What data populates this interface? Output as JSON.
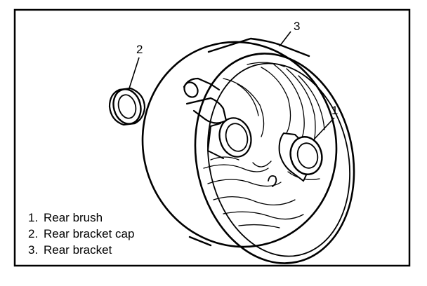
{
  "callouts": {
    "rear_brush": "1",
    "rear_bracket_cap": "2",
    "rear_bracket": "3"
  },
  "legend": [
    {
      "number": "1.",
      "label": "Rear brush"
    },
    {
      "number": "2.",
      "label": "Rear bracket cap"
    },
    {
      "number": "3.",
      "label": "Rear bracket"
    }
  ],
  "colors": {
    "line": "#000000",
    "background": "#ffffff"
  }
}
